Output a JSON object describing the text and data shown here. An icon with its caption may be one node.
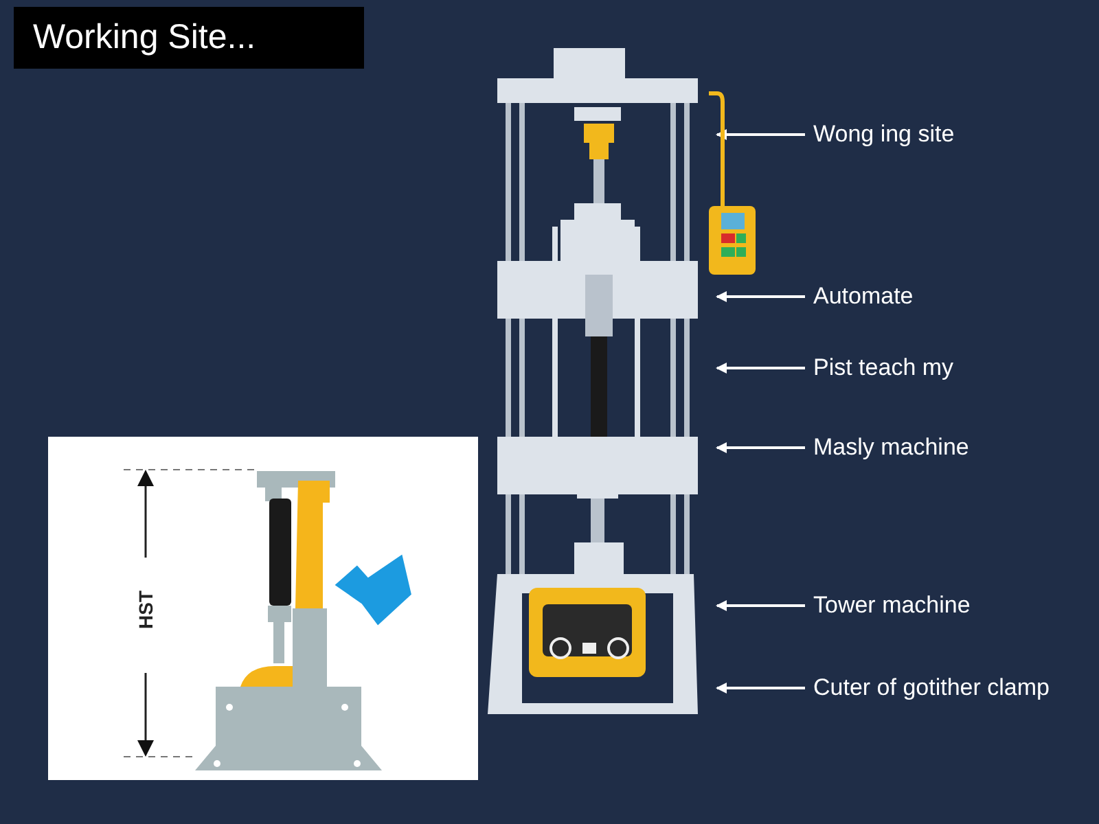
{
  "diagram": {
    "title": "Working Site...",
    "nodes": [
      {
        "text": [],
        "shape": "picture"
      },
      {
        "text": [
          "Wong ing site"
        ]
      },
      {
        "text": [
          "Automate"
        ]
      },
      {
        "text": [
          "Pist teach my"
        ]
      },
      {
        "text": [
          "Masly machine"
        ]
      },
      {
        "text": [
          "Tower machine"
        ]
      },
      {
        "text": [
          "Cuter of gotither clamp"
        ]
      }
    ],
    "edges": [
      {
        "from": 1,
        "to": 0,
        "arrow": "to"
      },
      {
        "from": 2,
        "to": 0,
        "arrow": "to"
      },
      {
        "from": 3,
        "to": 0,
        "arrow": "to"
      },
      {
        "from": 4,
        "to": 0,
        "arrow": "to"
      },
      {
        "from": 5,
        "to": 0,
        "arrow": "to"
      },
      {
        "from": 6,
        "to": 0,
        "arrow": "to"
      }
    ],
    "labels": [
      "HST"
    ]
  }
}
